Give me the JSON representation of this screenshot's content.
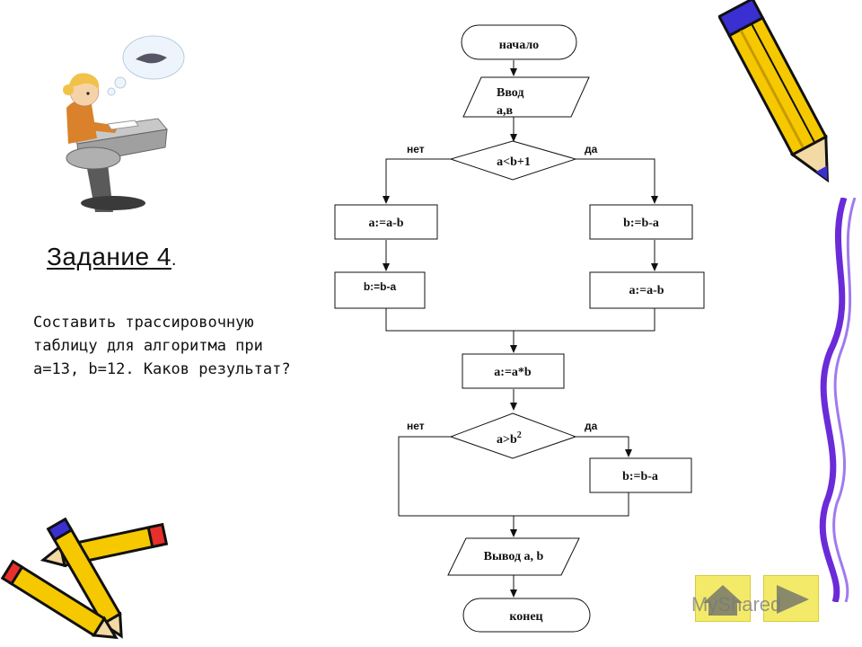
{
  "slide": {
    "title": "Задание 4",
    "title_suffix": ".",
    "task_lines": [
      "Составить трассировочную",
      "таблицу для алгоритма при",
      "a=13, b=12. Каков результат?"
    ]
  },
  "flowchart": {
    "start": "начало",
    "input_line1": "Ввод",
    "input_line2": "a,в",
    "cond1": "a<b+1",
    "cond1_no": "нет",
    "cond1_yes": "да",
    "left1": "a:=a-b",
    "left2": "b:=b-a",
    "right1": "b:=b-a",
    "right2": "a:=a-b",
    "merge": "a:=a*b",
    "cond2_base": "a>b",
    "cond2_sup": "2",
    "cond2_no": "нет",
    "cond2_yes": "да",
    "cond2_action": "b:=b-a",
    "output": "Вывод a, b",
    "end": "конец"
  },
  "watermark": "MyShared",
  "colors": {
    "pencil_yellow": "#f5c800",
    "pencil_blue": "#3a2fd0",
    "pencil_red": "#e8302a",
    "nav_button": "#f3ea6a"
  }
}
